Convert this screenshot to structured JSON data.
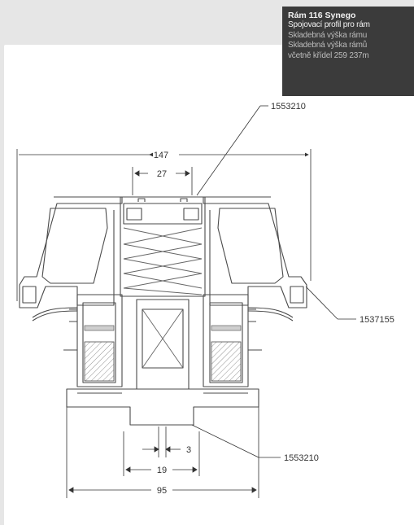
{
  "caption": {
    "title": "Rám 116 Synego",
    "line1": "Spojovací profil pro rám",
    "line2": "Skladebná výška rámu",
    "line3": "Skladebná výška rámů",
    "line4": "včetně křídel 259 237m"
  },
  "dimensions": {
    "overall_width": "147",
    "top_width": "27",
    "inner_small": "3",
    "inner_mid": "19",
    "bottom_width": "95"
  },
  "callouts": {
    "top_part": "1553210",
    "side_part": "1537155",
    "bottom_part": "1553210"
  },
  "colors": {
    "caption_bg": "#3b3b3b",
    "line": "#4a4a4a",
    "background": "#e6e6e6"
  }
}
